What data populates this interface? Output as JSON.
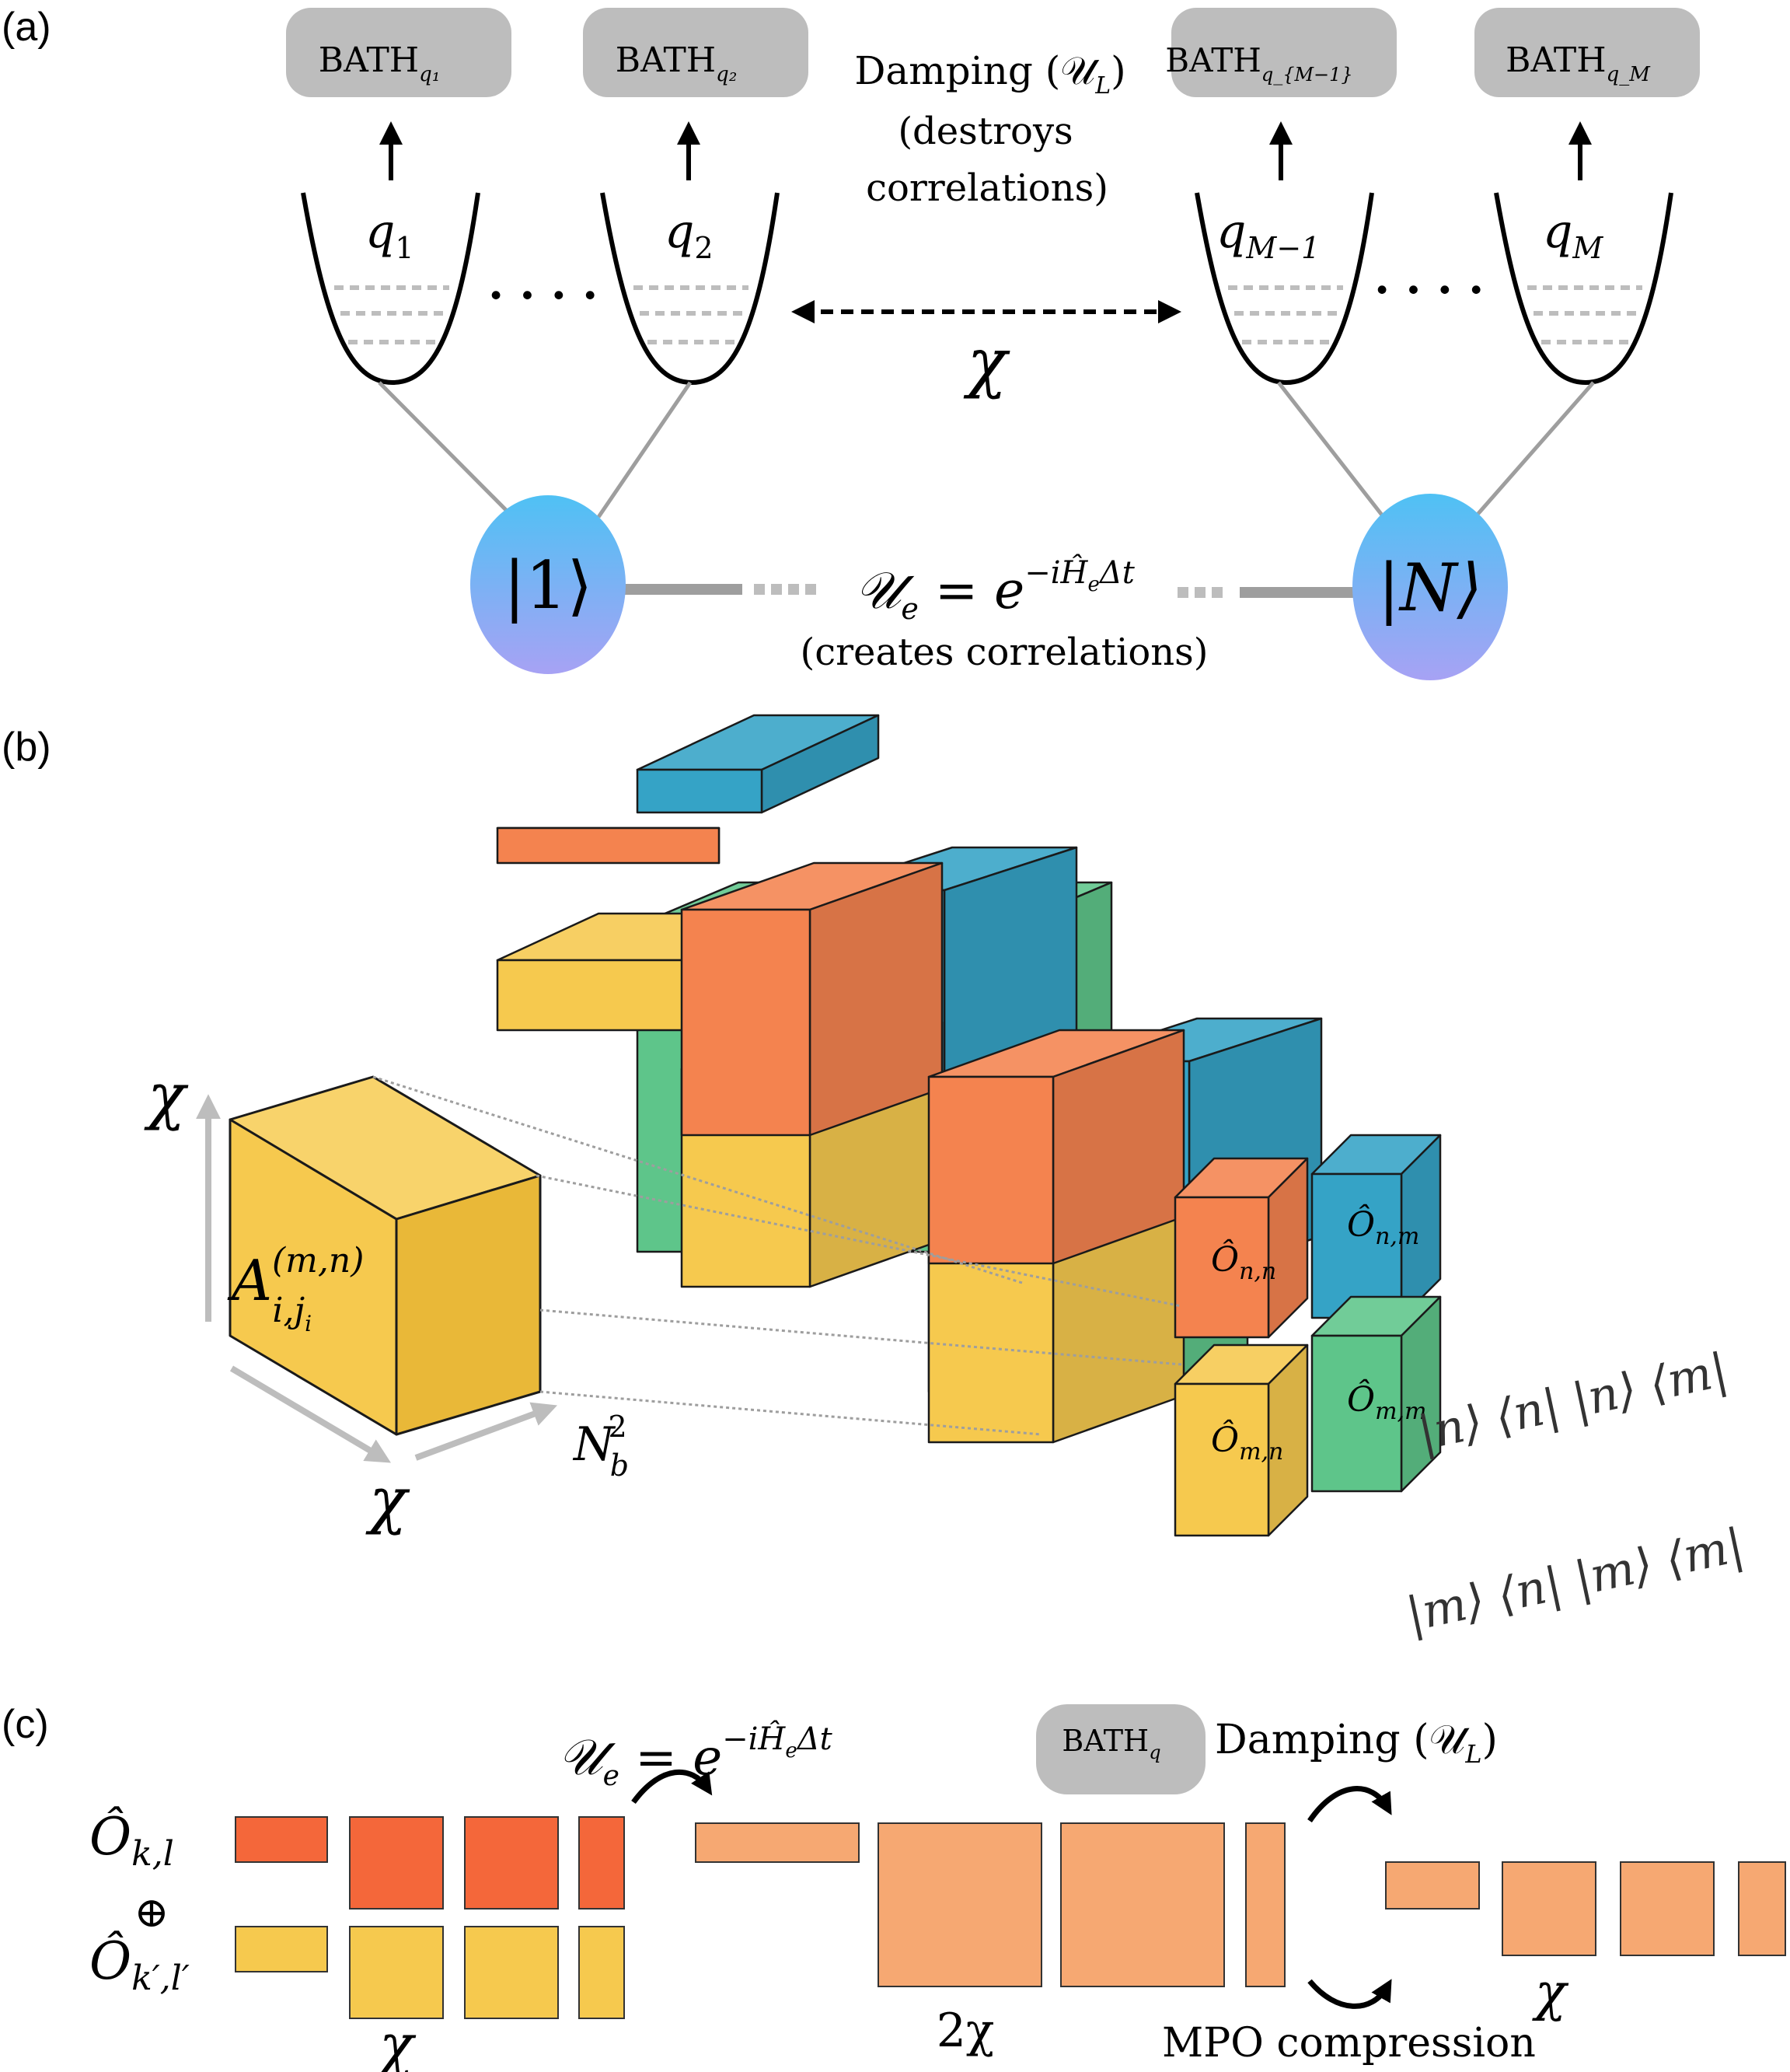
{
  "panels": {
    "a": {
      "label": "(a)",
      "baths": [
        {
          "base": "BATH",
          "sub": "q₁"
        },
        {
          "base": "BATH",
          "sub": "q₂"
        },
        {
          "base": "BATH",
          "sub": "q_{M−1}"
        },
        {
          "base": "BATH",
          "sub": "q_M"
        }
      ],
      "damping_title": "Damping (𝒰",
      "damping_title_sub": "L",
      "damping_title_end": ")",
      "damping_line2": "(destroys",
      "damping_line3": "correlations)",
      "modes": [
        {
          "base": "q",
          "sub": "1"
        },
        {
          "base": "q",
          "sub": "2"
        },
        {
          "base": "q",
          "sub": "M−1"
        },
        {
          "base": "q",
          "sub": "M"
        }
      ],
      "ellipsis": "· · · ·",
      "chi": "χ",
      "site_1": "|1⟩",
      "site_N": "|N⟩",
      "unitary_lhs": "𝒰",
      "unitary_lhs_sub": "e",
      "unitary_rhs": " = e",
      "unitary_exp": "−iĤ",
      "unitary_exp_sub": "e",
      "unitary_exp_end": "Δt",
      "creates": "(creates correlations)"
    },
    "b": {
      "label": "(b)",
      "axis_chi_vertical": "χ",
      "axis_chi_horizontal": "χ",
      "axis_nb": "N",
      "axis_nb_sub": "b",
      "axis_nb_sup": "2",
      "tensor_base": "A",
      "tensor_sup": "(m,n)",
      "tensor_sub": "i,j",
      "tensor_subsub": "i",
      "operators": {
        "o_nn": {
          "base": "Ô",
          "sub": "n,n"
        },
        "o_nm": {
          "base": "Ô",
          "sub": "n,m"
        },
        "o_mn": {
          "base": "Ô",
          "sub": "m,n"
        },
        "o_mm": {
          "base": "Ô",
          "sub": "m,m"
        }
      },
      "ket_bra_1": "|n⟩ ⟨n|  |n⟩ ⟨m|",
      "ket_bra_2": "|m⟩ ⟨n| |m⟩ ⟨m|"
    },
    "c": {
      "label": "(c)",
      "op_kl_base": "Ô",
      "op_kl_sub": "k,l",
      "oplus": "⊕",
      "op_kpl_base": "Ô",
      "op_kpl_sub": "k′,l′",
      "unitary_lhs": "𝒰",
      "unitary_lhs_sub": "e",
      "unitary_rhs": " = e",
      "unitary_exp": "−iĤ",
      "unitary_exp_sub": "e",
      "unitary_exp_end": "Δt",
      "bath_base": "BATH",
      "bath_sub": "q",
      "damping": "Damping (𝒰",
      "damping_sub": "L",
      "damping_end": ")",
      "chi_left": "χ",
      "two_chi": "2χ",
      "chi_right": "χ",
      "compression": "MPO compression"
    }
  },
  "colors": {
    "bath_box": "#bdbdbd",
    "orange": "#f4834f",
    "blue": "#35a3c6",
    "green": "#5ec58a",
    "yellow": "#f6c94e",
    "red_orange": "#f4673a",
    "light_orange": "#f6a872",
    "site_top": "#4fc1f4",
    "site_bottom": "#a7a2f4"
  }
}
